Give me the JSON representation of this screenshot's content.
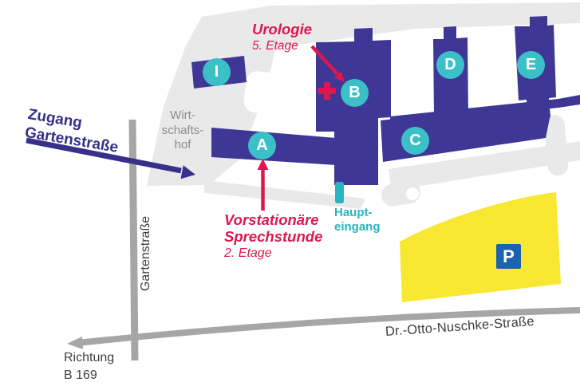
{
  "map": {
    "buildings": [
      {
        "letter": "I"
      },
      {
        "letter": "A"
      },
      {
        "letter": "B"
      },
      {
        "letter": "C"
      },
      {
        "letter": "D"
      },
      {
        "letter": "E"
      }
    ],
    "parking_label": "P",
    "labels": {
      "zugang": {
        "line1": "Zugang",
        "line2": "Gartenstraße"
      },
      "wirtschaftshof": "Wirt­schafts-\nhof",
      "wirtschaftshof_lines": {
        "line1": "Wirt-",
        "line2": "schafts-",
        "line3": "hof"
      },
      "urologie": {
        "line1": "Urologie",
        "line2": "5. Etage"
      },
      "vorstationaer": {
        "line1": "Vorstationäre",
        "line2": "Sprechstunde",
        "line3": "2. Etage"
      },
      "haupteingang": {
        "line1": "Haupt-",
        "line2": "eingang"
      },
      "street_vertical": "Gartenstraße",
      "street_horizontal": "Dr.-Otto-Nuschke-Straße",
      "richtung": {
        "line1": "Richtung",
        "line2": "B 169"
      }
    },
    "colors": {
      "building": "#3f3795",
      "letter_circle": "#3cc0c8",
      "entrance_teal": "#2ab4bf",
      "annotation_red": "#dc1850",
      "access_arrow_navy": "#363089",
      "parking_yellow": "#f8e832",
      "parking_sign_blue": "#1c63ad",
      "street_gray": "#a6a6a6",
      "campus_ground_gray": "#e9e9e9"
    }
  }
}
